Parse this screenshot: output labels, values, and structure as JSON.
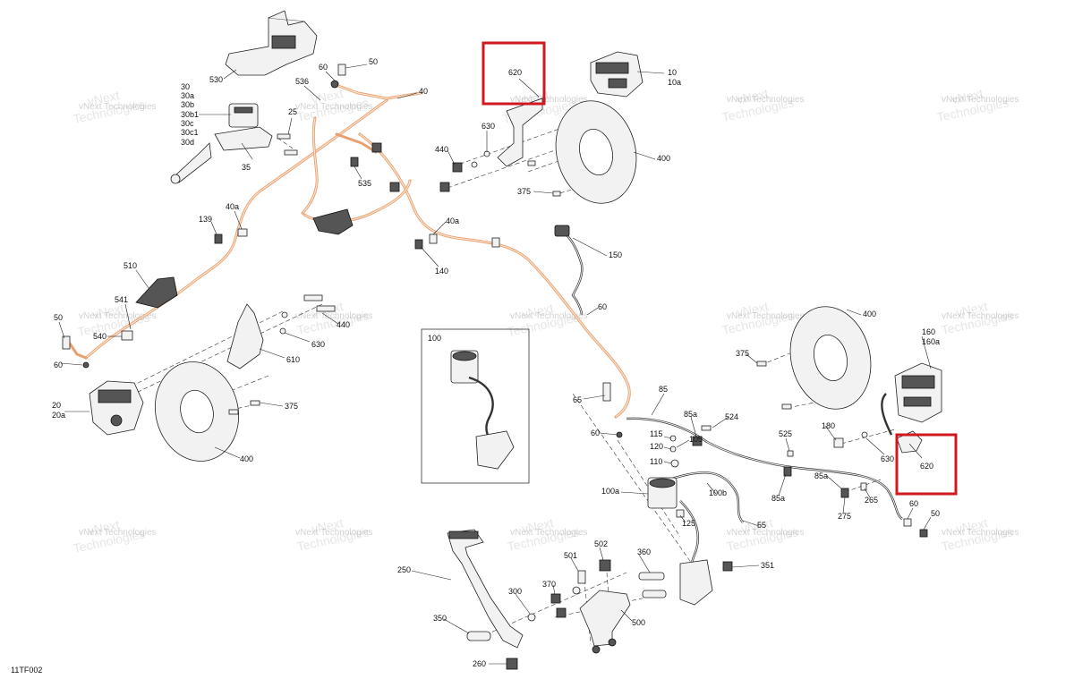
{
  "diagram": {
    "code": "11TF002",
    "watermark": {
      "line1": "vNext",
      "line2": "Technologies",
      "small": "vNext Technologies"
    },
    "inset_label": "100",
    "highlight_labels": [
      "620",
      "620"
    ],
    "callouts": {
      "c530": "530",
      "c30": "30",
      "c30a": "30a",
      "c30b": "30b",
      "c30b1": "30b1",
      "c30c": "30c",
      "c30c1": "30c1",
      "c30d": "30d",
      "c25": "25",
      "c35": "35",
      "c60a": "60",
      "c50a": "50",
      "c536": "536",
      "c40": "40",
      "c535": "535",
      "c139": "139",
      "c40a_1": "40a",
      "c40a_2": "40a",
      "c140": "140",
      "c150": "150",
      "c60b": "60",
      "c510": "510",
      "c541": "541",
      "c540": "540",
      "c50b": "50",
      "c60c": "60",
      "c440a": "440",
      "c630a": "630",
      "c610": "610",
      "c20": "20",
      "c20a": "20a",
      "c375a": "375",
      "c400a": "400",
      "c10": "10",
      "c10a": "10a",
      "c630b": "630",
      "c440b": "440",
      "c400b": "400",
      "c375b": "375",
      "c65": "65",
      "c85": "85",
      "c85a_1": "85a",
      "c524": "524",
      "c60d": "60",
      "c115": "115",
      "c120": "120",
      "c105": "105",
      "c110": "110",
      "c100a": "100a",
      "c100b": "100b",
      "c125": "125",
      "c55": "55",
      "c525": "525",
      "c85a_2": "85a",
      "c85a_3": "85a",
      "c275": "275",
      "c265": "265",
      "c400c": "400",
      "c375c": "375",
      "c160": "160",
      "c160a": "160a",
      "c180": "180",
      "c630c": "630",
      "c60e": "60",
      "c50c": "50",
      "c250": "250",
      "c350": "350",
      "c260": "260",
      "c300": "300",
      "c370": "370",
      "c501": "501",
      "c502": "502",
      "c360": "360",
      "c500": "500",
      "c351": "351"
    }
  }
}
